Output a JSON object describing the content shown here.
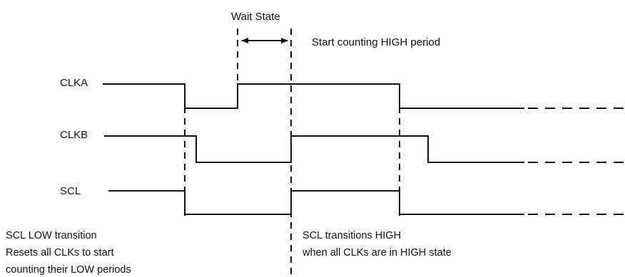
{
  "labels": {
    "wait_state": "Wait State",
    "start_counting": "Start counting HIGH period",
    "signal_a": "CLKA",
    "signal_b": "CLKB",
    "signal_scl": "SCL"
  },
  "notes": {
    "left_lines": [
      "SCL LOW transition",
      "Resets all CLKs to start",
      "counting their LOW periods"
    ],
    "right_lines": [
      "SCL transitions HIGH",
      "when all CLKs are in HIGH state"
    ]
  },
  "colors": {
    "stroke": "#111111",
    "background": "#ffffff"
  }
}
